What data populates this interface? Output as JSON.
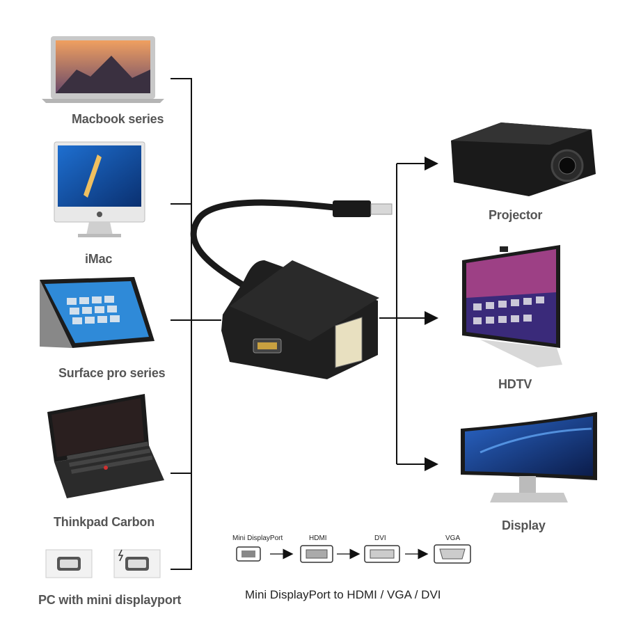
{
  "sources": {
    "macbook": "Macbook series",
    "imac": "iMac",
    "surface": "Surface pro series",
    "thinkpad": "Thinkpad Carbon",
    "pc": "PC with mini displayport"
  },
  "outputs": {
    "projector": "Projector",
    "hdtv": "HDTV",
    "display": "Display"
  },
  "ports": {
    "mini_dp": "Mini DisplayPort",
    "hdmi": "HDMI",
    "dvi": "DVI",
    "vga": "VGA"
  },
  "caption": "Mini DisplayPort to HDMI / VGA / DVI",
  "colors": {
    "line": "#111111",
    "adapter": "#1a1a1a",
    "label": "#555555"
  }
}
